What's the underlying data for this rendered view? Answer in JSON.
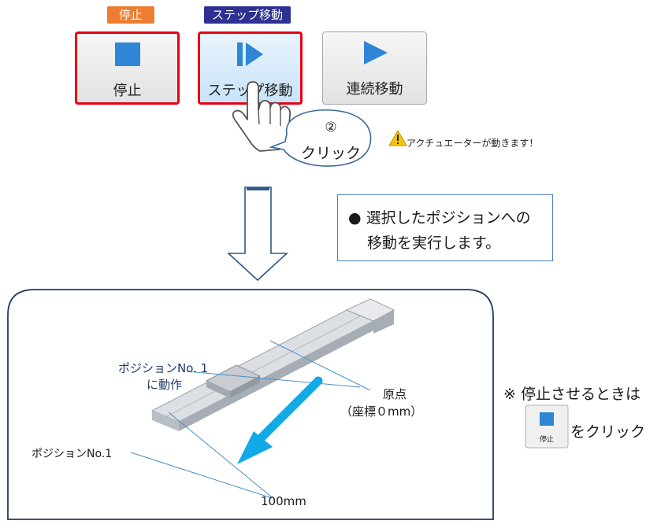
{
  "tags": {
    "stop": "停止",
    "step": "ステップ移動"
  },
  "toolbar": {
    "stop_label": "停止",
    "step_label": "ステップ移動",
    "continuous_label": "連続移動"
  },
  "callout": {
    "number": "②",
    "text": "クリック"
  },
  "warning": {
    "text": "アクチュエーターが動きます！"
  },
  "info": {
    "line1": "● 選択したポジションへの",
    "line2": "移動を実行します。"
  },
  "diagram": {
    "position_label_line1": "ポジションNo. 1",
    "position_label_line2": "に動作",
    "position_no1": "ポジションNo.1",
    "origin_line1": "原点",
    "origin_line2": "（座標０mm）",
    "distance": "100mm"
  },
  "note": {
    "line1": "※ 停止させるときは",
    "line2": "をクリック",
    "mini_stop_label": "停止"
  },
  "colors": {
    "red_border": "#e60012",
    "orange": "#ed7d31",
    "purple": "#2e3192",
    "icon_blue": "#2f86d6",
    "arrow_cyan": "#12a9e8",
    "outline_blue": "#1f3a5f"
  },
  "icons": [
    "stop-icon",
    "step-icon",
    "play-icon",
    "warning-icon",
    "hand-cursor-icon"
  ]
}
